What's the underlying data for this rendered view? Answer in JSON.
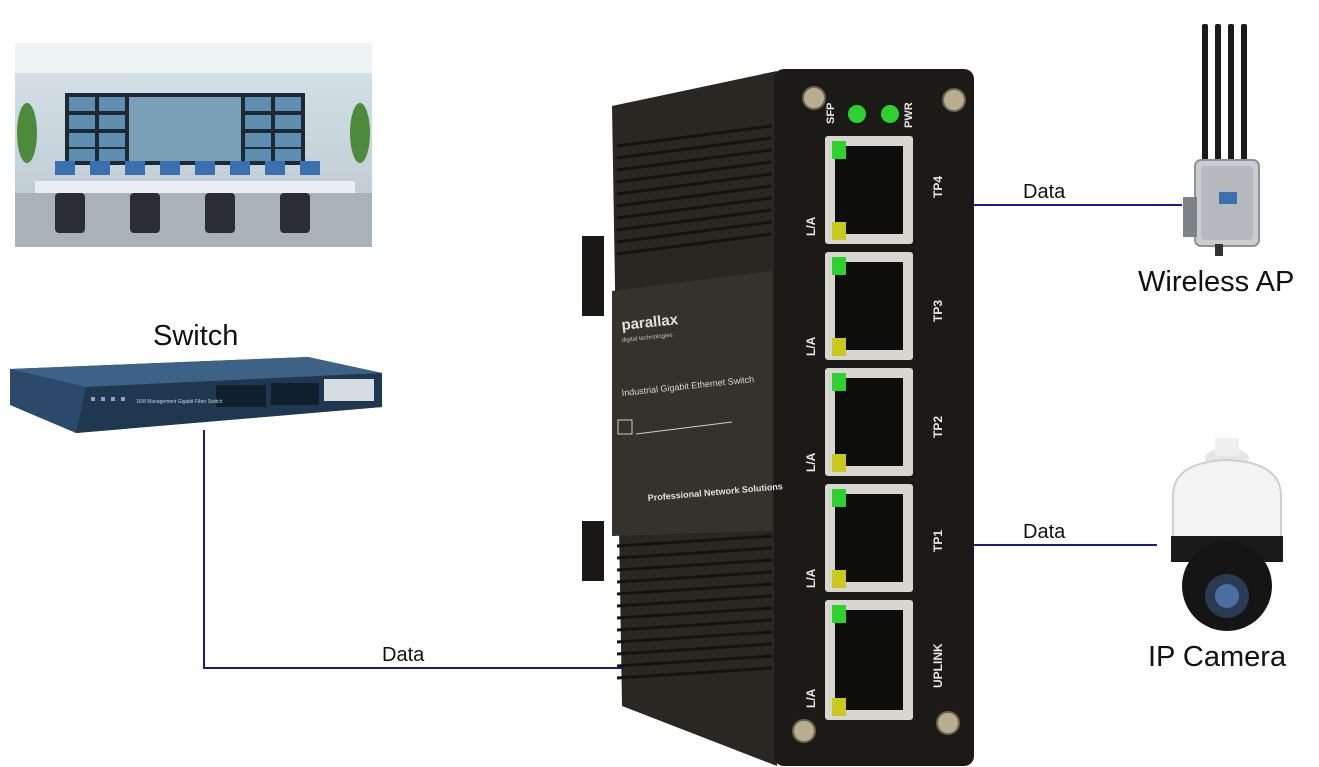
{
  "labels": {
    "switch": "Switch",
    "wireless_ap": "Wireless AP",
    "ip_camera": "IP Camera"
  },
  "connections": [
    {
      "label": "Data"
    },
    {
      "label": "Data"
    },
    {
      "label": "Data"
    }
  ],
  "device": {
    "brand": "parallax",
    "brand_sub": "digital technologies",
    "product": "Industrial Gigabit Ethernet Switch",
    "tagline": "Professional Network Solutions",
    "led_sfp": "SFP",
    "led_pwr": "PWR",
    "ports": [
      {
        "name": "TP4",
        "led": "L/A"
      },
      {
        "name": "TP3",
        "led": "L/A"
      },
      {
        "name": "TP2",
        "led": "L/A"
      },
      {
        "name": "TP1",
        "led": "L/A"
      },
      {
        "name": "UPLINK",
        "led": "L/A"
      }
    ]
  },
  "rack_switch": {
    "model_text": "16/8 Management Gigabit Fiber Switch"
  },
  "colors": {
    "link_line": "#1a1a8c",
    "led_green": "#2fd12f",
    "led_yellow": "#c8c81e",
    "chassis": "#1c1a16",
    "rack_blue": "#2b4a6b"
  }
}
